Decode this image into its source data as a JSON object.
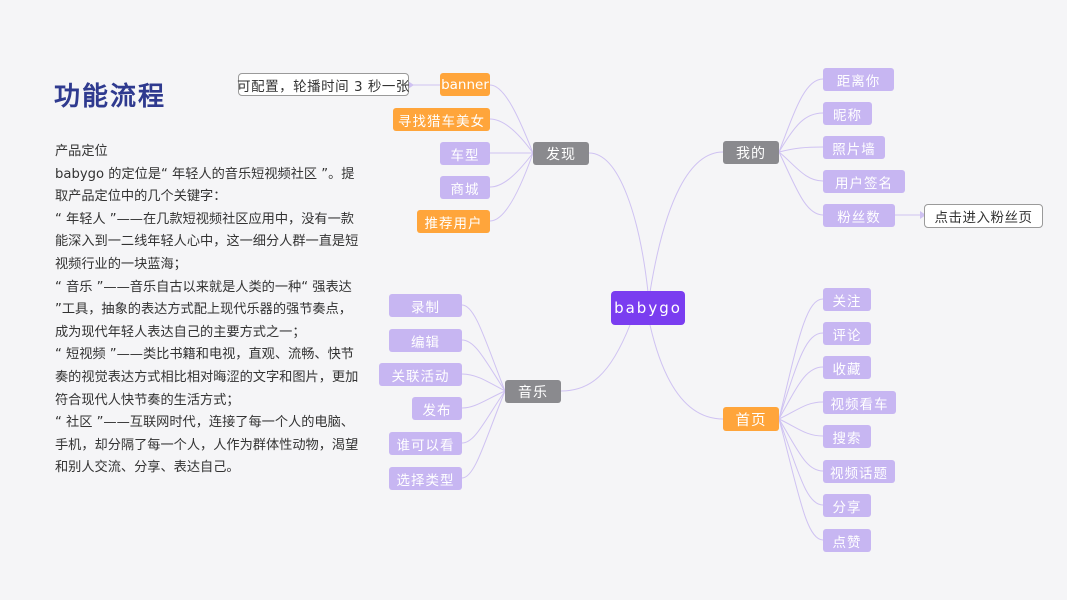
{
  "title": "功能流程",
  "description": [
    "产品定位",
    "babygo 的定位是“ 年轻人的音乐短视频社区 ”。提取产品定位中的几个关键字：",
    "“ 年轻人 ”——在几款短视频社区应用中，没有一款能深入到一二线年轻人心中，这一细分人群一直是短视频行业的一块蓝海；",
    "“ 音乐 ”——音乐自古以来就是人类的一种“ 强表达 ”工具，抽象的表达方式配上现代乐器的强节奏点，成为现代年轻人表达自己的主要方式之一；",
    "“ 短视频 ”——类比书籍和电视，直观、流畅、快节奏的视觉表达方式相比相对晦涩的文字和图片，更加符合现代人快节奏的生活方式；",
    "“ 社区 ”——互联网时代，连接了每一个人的电脑、手机，却分隔了每一个人，人作为群体性动物，渴望和别人交流、分享、表达自己。"
  ],
  "mindmap": {
    "center": "babygo",
    "discover": {
      "label": "发现",
      "items": [
        "banner",
        "寻找猎车美女",
        "车型",
        "商城",
        "推荐用户"
      ],
      "banner_note": "可配置，轮播时间 3 秒一张"
    },
    "music": {
      "label": "音乐",
      "items": [
        "录制",
        "编辑",
        "关联活动",
        "发布",
        "谁可以看",
        "选择类型"
      ]
    },
    "mine": {
      "label": "我的",
      "items": [
        "距离你",
        "昵称",
        "照片墙",
        "用户签名",
        "粉丝数"
      ],
      "fans_note": "点击进入粉丝页"
    },
    "home": {
      "label": "首页",
      "items": [
        "关注",
        "评论",
        "收藏",
        "视频看车",
        "搜索",
        "视频话题",
        "分享",
        "点赞"
      ]
    }
  },
  "colors": {
    "center": "#7a3df0",
    "leaf": "#c7b6f2",
    "highlight": "#ffa53b",
    "branch": "#8a8a8e",
    "edge": "#cfc2f2"
  }
}
